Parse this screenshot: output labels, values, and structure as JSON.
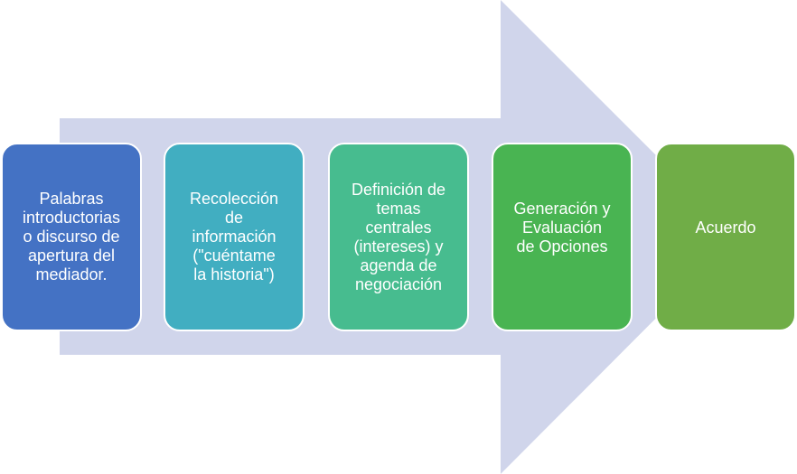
{
  "diagram": {
    "arrow_color": "#D0D5EB",
    "steps": [
      {
        "label": "Palabras\nintroductorias\no discurso de\napertura del\nmediador.",
        "color": "#4472C4"
      },
      {
        "label": "Recolección\nde\ninformación\n(\"cuéntame\nla historia\")",
        "color": "#41AEC1"
      },
      {
        "label": "Definición de\ntemas\ncentrales\n(intereses) y\nagenda de\nnegociación",
        "color": "#47BC8F"
      },
      {
        "label": "Generación y\nEvaluación\nde Opciones",
        "color": "#49B452"
      },
      {
        "label": "Acuerdo",
        "color": "#70AD47"
      }
    ]
  }
}
